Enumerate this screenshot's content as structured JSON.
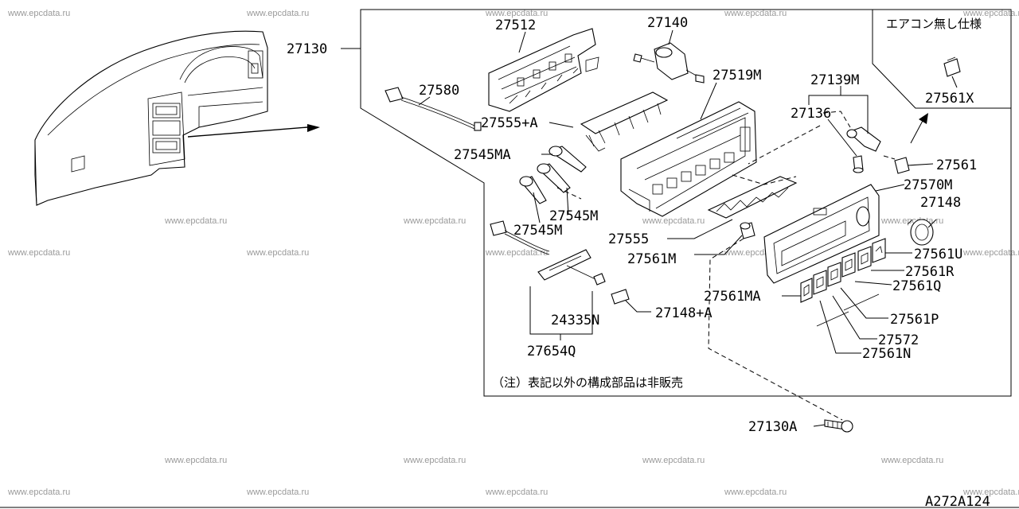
{
  "watermark": "www.epcdata.ru",
  "diagram_code": "A272A124",
  "note": "（注）表記以外の構成部品は非販売",
  "inset_title": "エアコン無し仕様",
  "parts": {
    "p27130": "27130",
    "p27512": "27512",
    "p27140": "27140",
    "p27519M": "27519M",
    "p27580": "27580",
    "p27555A": "27555+A",
    "p27545MA": "27545MA",
    "p27545M_a": "27545M",
    "p27545M_b": "27545M",
    "p27555": "27555",
    "p27561M": "27561M",
    "p27561MA": "27561MA",
    "p24335N": "24335N",
    "p27148A": "27148+A",
    "p27654Q": "27654Q",
    "p27139M": "27139M",
    "p27136": "27136",
    "p27561": "27561",
    "p27570M": "27570M",
    "p27148": "27148",
    "p27561U": "27561U",
    "p27561R": "27561R",
    "p27561Q": "27561Q",
    "p27561P": "27561P",
    "p27572": "27572",
    "p27561N": "27561N",
    "p27561X": "27561X",
    "p27130A": "27130A"
  }
}
